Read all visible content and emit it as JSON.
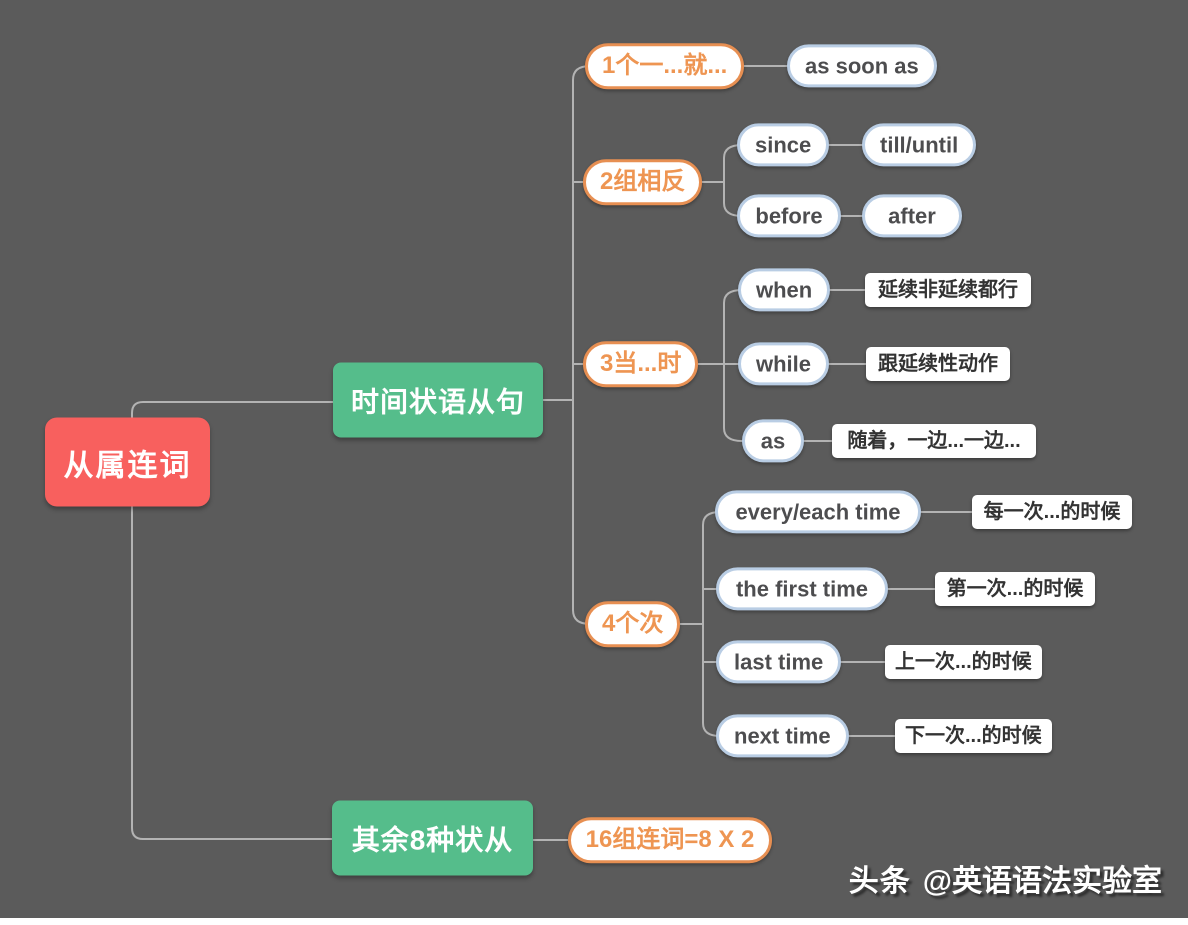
{
  "root": {
    "label": "从属连词"
  },
  "time": {
    "label": "时间状语从句",
    "once": {
      "label": "1个一...就...",
      "conj": "as soon as"
    },
    "pairs": {
      "label": "2组相反",
      "row1": {
        "left": "since",
        "right": "till/until"
      },
      "row2": {
        "left": "before",
        "right": "after"
      }
    },
    "when": {
      "label": "3当...时",
      "items": [
        {
          "conj": "when",
          "note": "延续非延续都行"
        },
        {
          "conj": "while",
          "note": "跟延续性动作"
        },
        {
          "conj": "as",
          "note": "随着，一边...一边..."
        }
      ]
    },
    "times": {
      "label": "4个次",
      "items": [
        {
          "conj": "every/each time",
          "note": "每一次...的时候"
        },
        {
          "conj": "the first time",
          "note": "第一次...的时候"
        },
        {
          "conj": "last time",
          "note": "上一次...的时候"
        },
        {
          "conj": "next time",
          "note": "下一次...的时候"
        }
      ]
    }
  },
  "other": {
    "label": "其余8种状从",
    "child": "16组连词=8 X 2"
  },
  "watermark": {
    "brand": "头条",
    "handle": "@英语语法实验室"
  },
  "colors": {
    "background": "#5b5b5b",
    "root_red": "#f8605e",
    "branch_green": "#55bd8b",
    "accent_orange": "#e78f52",
    "pill_border_blue": "#b9cde4",
    "line_gray": "#b3b3b3",
    "text_dark": "#4d4d4f"
  }
}
